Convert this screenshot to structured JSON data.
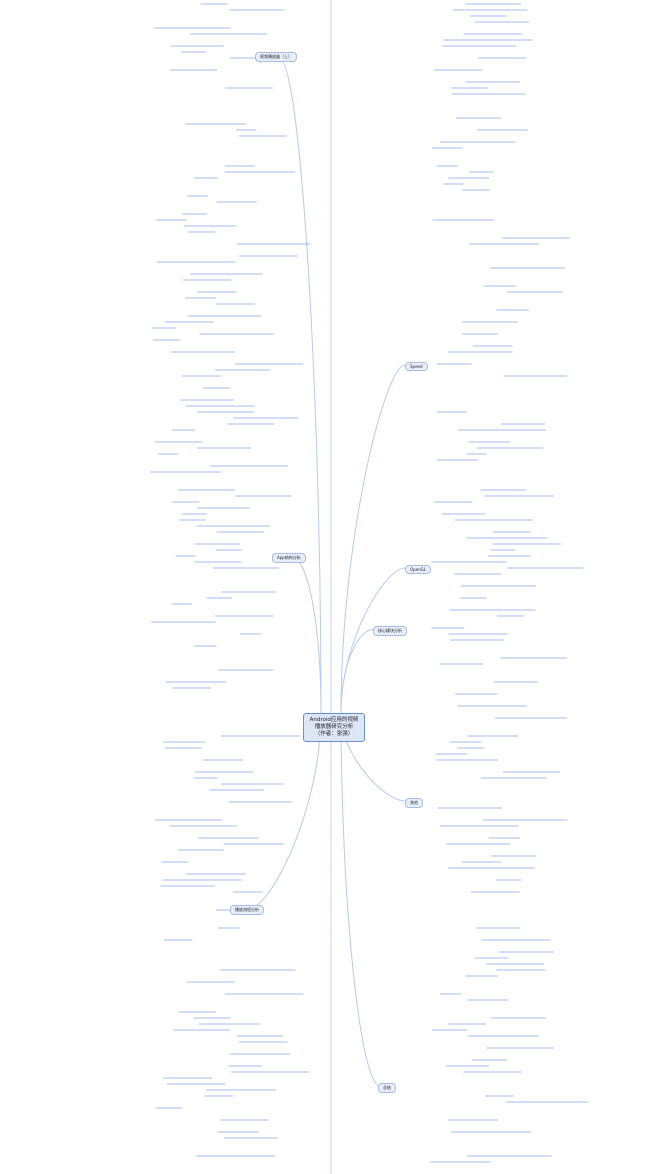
{
  "root": {
    "line1": "Android应用的视频",
    "line2": "播放器研究分析",
    "line3": "（作者：张强）"
  },
  "branches_left": [
    {
      "label": "视频播放器（上）"
    },
    {
      "label": "App结构分析"
    },
    {
      "label": "播放流程分析"
    }
  ],
  "branches_right": [
    {
      "label": "Speed"
    },
    {
      "label": "核心模块分析"
    },
    {
      "label": "OpenGL"
    },
    {
      "label": "其他"
    },
    {
      "label": "总结"
    }
  ],
  "colors": {
    "line": "#4a7fd0",
    "node_fill": "#e8eef8",
    "root_fill": "#dce6f4"
  }
}
